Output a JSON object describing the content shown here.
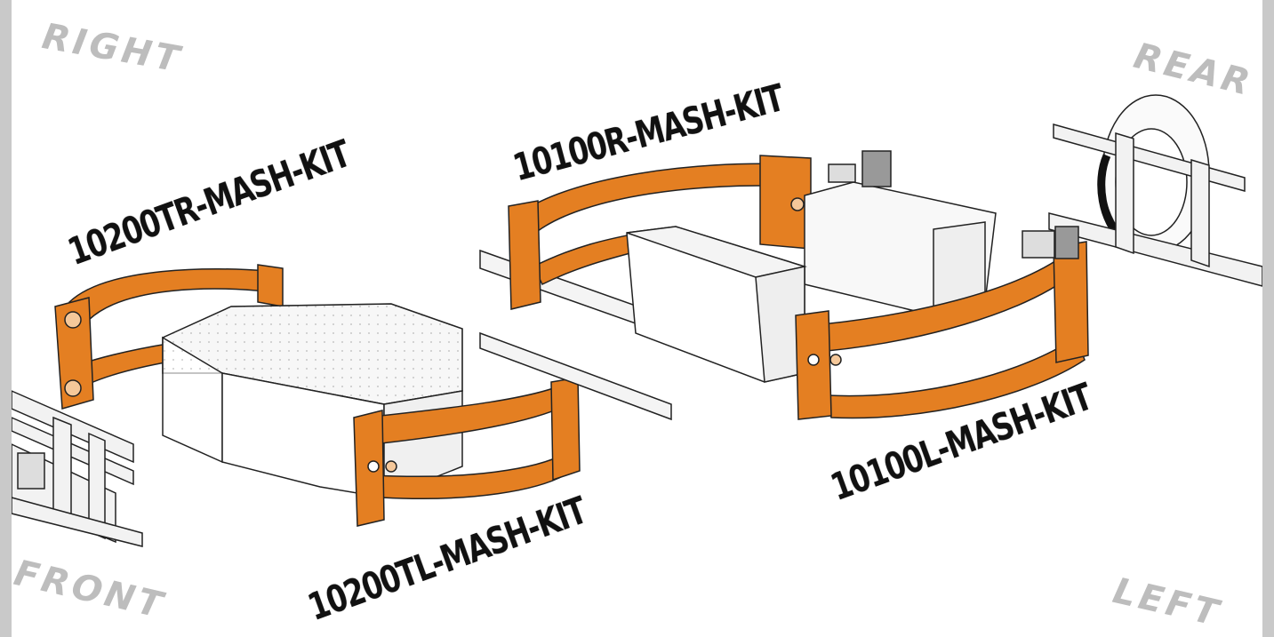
{
  "directions": {
    "right": "RIGHT",
    "rear": "REAR",
    "front": "FRONT",
    "left": "LEFT"
  },
  "kits": {
    "tr": "10200TR-MASH-KIT",
    "r": "10100R-MASH-KIT",
    "tl": "10200TL-MASH-KIT",
    "l": "10100L-MASH-KIT"
  },
  "colors": {
    "orange": "#e47f22",
    "outline": "#222222",
    "label_gray": "#bdbdbd",
    "border_gray": "#c9c9c9"
  }
}
